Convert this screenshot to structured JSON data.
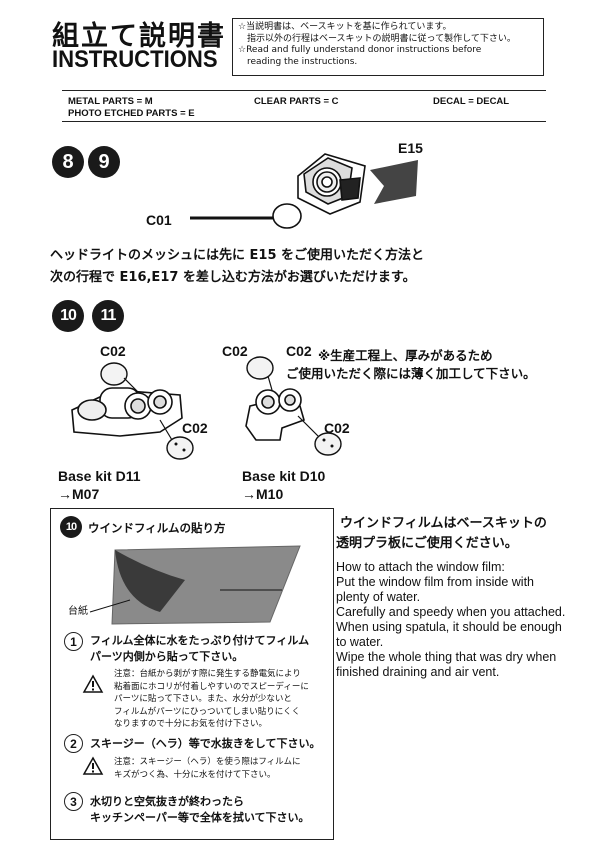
{
  "header": {
    "title_jp": "組立て説明書",
    "title_en": "INSTRUCTIONS",
    "notes": [
      "☆当説明書は、ベースキットを基に作られています。",
      "　指示以外の行程はベースキットの説明書に従って製作して下さい。",
      "☆Read and fully understand donor instructions before",
      "　reading the instructions."
    ]
  },
  "legend": {
    "metal": "METAL PARTS = M",
    "clear": "CLEAR PARTS = C",
    "decal": "DECAL = DECAL",
    "photo": "PHOTO ETCHED PARTS = E"
  },
  "step89": {
    "badge_a": "8",
    "badge_b": "9",
    "label_e15": "E15",
    "label_c01": "C01",
    "text_line1": "ヘッドライトのメッシュには先に E15 をご使用いただく方法と",
    "text_line2": "次の行程で E16,E17 を差し込む方法がお選びいただけます。"
  },
  "step1011": {
    "badge_a": "10",
    "badge_b": "11",
    "left_c02_top": "C02",
    "left_c02_bottom": "C02",
    "right_c02_a": "C02",
    "right_c02_b": "C02",
    "right_c02_bottom": "C02",
    "note_line1": "※生産工程上、厚みがあるため",
    "note_line2": "ご使用いただく際には薄く加工して下さい。",
    "left_base": "Base kit D11",
    "left_arrow": "→M07",
    "right_base": "Base kit D10",
    "right_arrow": "→M10"
  },
  "film": {
    "badge": "10",
    "heading": "ウインドフィルムの貼り方",
    "daishi": "台紙",
    "step1_num": "1",
    "step1_line1": "フィルム全体に水をたっぷり付けてフィルム",
    "step1_line2": "パーツ内側から貼って下さい。",
    "caution1": [
      "注意：台紙から剥がす際に発生する静電気により",
      "粘着面にホコリが付着しやすいのでスピーディーに",
      "パーツに貼って下さい。また、水分が少ないと",
      "フィルムがパーツにひっついてしまい貼りにくく",
      "なりますので十分にお気を付け下さい。"
    ],
    "step2_num": "2",
    "step2_line": "スキージー（ヘラ）等で水抜きをして下さい。",
    "caution2": [
      "注意：スキージー（ヘラ）を使う際はフィルムに",
      "キズがつく為、十分に水を付けて下さい。"
    ],
    "step3_num": "3",
    "step3_line1": "水切りと空気抜きが終わったら",
    "step3_line2": "キッチンペーパー等で全体を拭いて下さい。"
  },
  "film_note": {
    "jp_line1": "ウインドフィルムはベースキットの",
    "jp_line2": "透明プラ板にご使用ください。",
    "en_lines": [
      "How to attach the window film:",
      "Put the window film from inside with",
      " plenty of water.",
      "Carefully and speedy when you attached.",
      "When using spatula, it should be enough",
      " to water.",
      "Wipe the whole thing that was dry when",
      "finished draining and air vent."
    ]
  }
}
